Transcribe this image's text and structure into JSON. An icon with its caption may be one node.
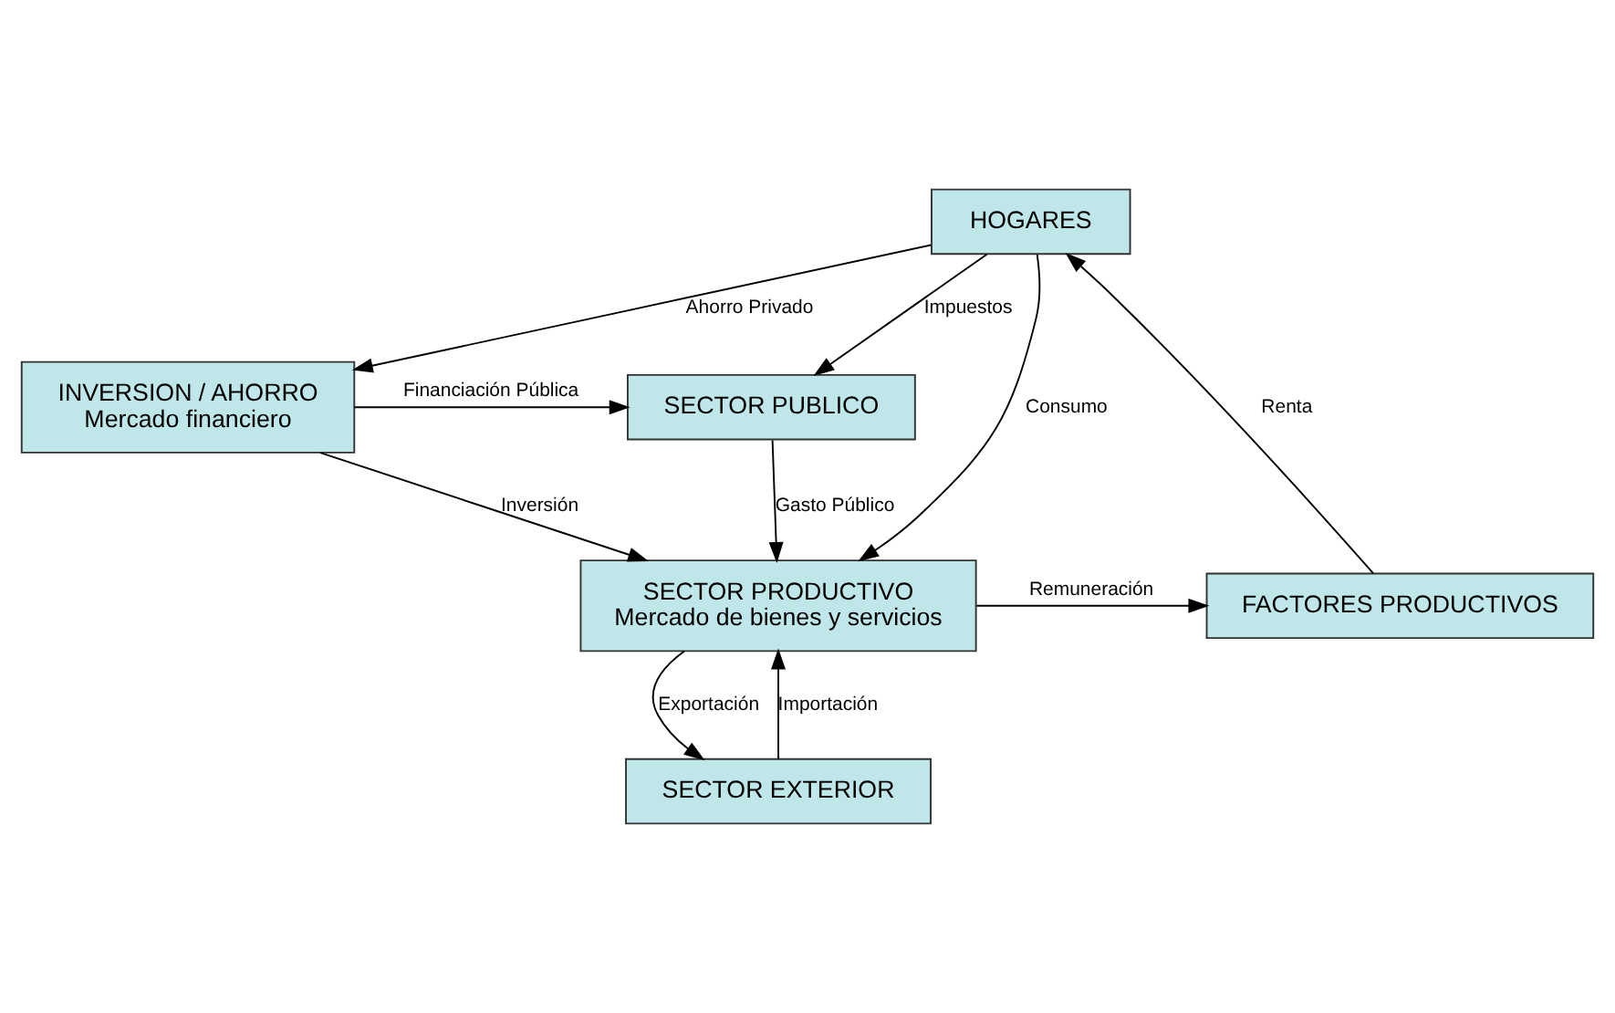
{
  "diagram": {
    "nodes": [
      {
        "text": [
          "HOGARES"
        ]
      },
      {
        "text": [
          "INVERSION / AHORRO",
          "Mercado financiero"
        ]
      },
      {
        "text": [
          "SECTOR PUBLICO"
        ]
      },
      {
        "text": [
          "FACTORES PRODUCTIVOS"
        ]
      },
      {
        "text": [
          "SECTOR PRODUCTIVO",
          "Mercado de bienes y servicios"
        ]
      },
      {
        "text": [
          "SECTOR EXTERIOR"
        ]
      }
    ],
    "edges": [
      {
        "from": 3,
        "to": 0,
        "arrow": "to",
        "label": "Renta"
      },
      {
        "from": 0,
        "to": 1,
        "arrow": "to",
        "label": "Ahorro Privado"
      },
      {
        "from": 0,
        "to": 2,
        "arrow": "to",
        "label": "Impuestos"
      },
      {
        "from": 1,
        "to": 2,
        "arrow": "to",
        "label": "Financiación Pública"
      },
      {
        "from": 2,
        "to": 4,
        "arrow": "to",
        "label": "Gasto Público"
      },
      {
        "from": 1,
        "to": 4,
        "arrow": "to",
        "label": "Inversión"
      },
      {
        "from": 0,
        "to": 4,
        "arrow": "to",
        "label": "Consumo"
      },
      {
        "from": 4,
        "to": 3,
        "arrow": "to",
        "label": "Remuneración"
      },
      {
        "from": 4,
        "to": 5,
        "arrow": "to",
        "label": "Exportación"
      },
      {
        "from": 5,
        "to": 4,
        "arrow": "to",
        "label": "Importación"
      }
    ]
  }
}
